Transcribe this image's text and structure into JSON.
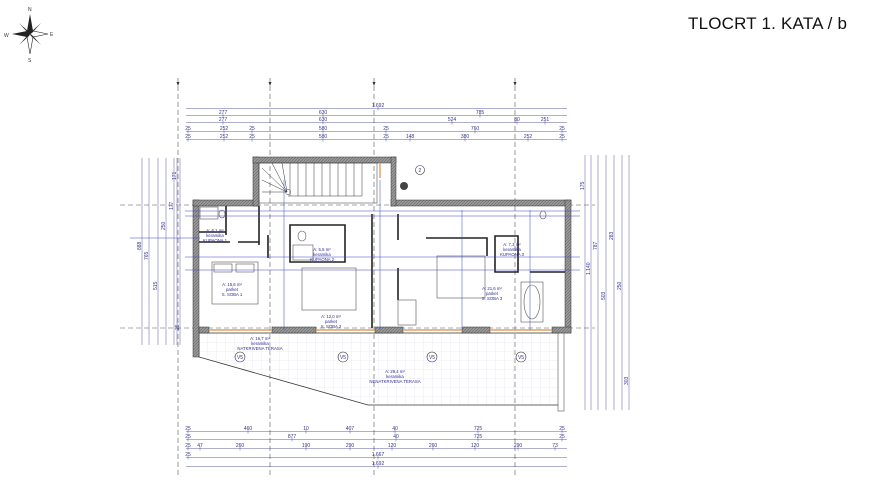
{
  "title": "TLOCRT 1. KATA / b",
  "compass": {
    "n": "N",
    "e": "E",
    "s": "S",
    "w": "W"
  },
  "rooms": [
    {
      "area": "A: 6,1 m²",
      "finish": "keramika",
      "name": "KUPAONA 1"
    },
    {
      "area": "A: 15,6 m²",
      "finish": "parket",
      "name": "S. SOBA 1"
    },
    {
      "area": "A: 5,5 m²",
      "finish": "keramika",
      "name": "KUPAONA 2"
    },
    {
      "area": "A: 12,0 m²",
      "finish": "parket",
      "name": "S. SOBA 2"
    },
    {
      "area": "A: 7,3 m²",
      "finish": "keramika",
      "name": "KUPAONA 3"
    },
    {
      "area": "A: 21,6 m²",
      "finish": "parket",
      "name": "S. SOBA 3"
    },
    {
      "area": "A: 16,7 m²",
      "finish": "keramika",
      "name": "NATKRIVENA TERASA"
    },
    {
      "area": "A: 29,4 m²",
      "finish": "keramika",
      "name": "NENATKRIVENA TERASA"
    }
  ],
  "markers": {
    "section": "V5",
    "door": "2"
  },
  "dims_top": [
    [
      "1.692"
    ],
    [
      "277",
      "630",
      "785"
    ],
    [
      "277",
      "630",
      "524",
      "80",
      "251"
    ],
    [
      "25",
      "252",
      "25",
      "580",
      "25",
      "760",
      "25"
    ],
    [
      "25",
      "252",
      "25",
      "580",
      "25",
      "148",
      "380",
      "252",
      "25"
    ]
  ],
  "dims_bottom": [
    [
      "25",
      "460",
      "10",
      "407",
      "40",
      "725",
      "25"
    ],
    [
      "25",
      "877",
      "40",
      "725",
      "25"
    ],
    [
      "25",
      "47",
      "260",
      "190",
      "290",
      "120",
      "260",
      "120",
      "290",
      "73"
    ],
    [
      "25",
      "1.667"
    ],
    [
      "1.692"
    ]
  ],
  "dims_left": [
    "888",
    "765",
    "515",
    "250",
    "177",
    "171",
    "25"
  ],
  "dims_right": [
    "1.140",
    "787",
    "503",
    "283",
    "250",
    "303",
    "175"
  ]
}
